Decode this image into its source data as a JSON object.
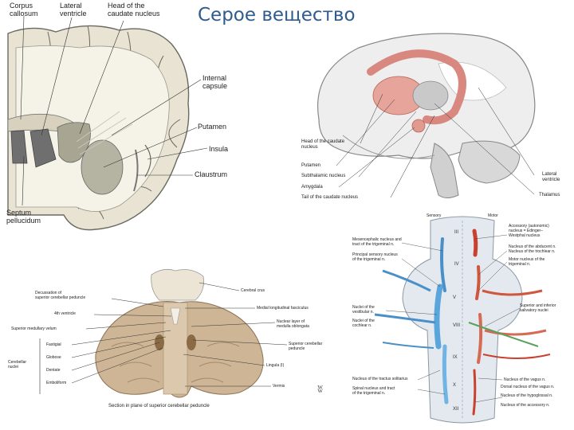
{
  "title": "Серое вещество",
  "coronal": {
    "labels": {
      "corpus_callosum": "Corpus\ncallosum",
      "lateral_ventricle": "Lateral\nventricle",
      "caudate_head": "Head of the\ncaudate nucleus",
      "internal_capsule": "Internal\ncapsule",
      "putamen": "Putamen",
      "insula": "Insula",
      "claustrum": "Claustrum",
      "septum": "Septum\npellucidum"
    }
  },
  "lateral": {
    "labels": {
      "caudate_head": "Head of the caudate\nnucleus",
      "putamen": "Putamen",
      "subthalamic": "Subthalamic nucleus",
      "amygdala": "Amygdala",
      "caudate_tail": "Tail of the caudate nucleus",
      "lateral_ventricle": "Lateral\nventricle",
      "thalamus": "Thalamus"
    }
  },
  "cerebellum": {
    "labels": {
      "decussation": "Decussation of\nsuperior cerebellar peduncle",
      "fourth_ventricle": "4th ventricle",
      "sup_medullary": "Superior medullary velum",
      "cerebellar_nuclei": "Cerebellar\nnuclei",
      "fastigial": "Fastigial",
      "globose": "Globose",
      "dentate": "Dentate",
      "emboliform": "Emboliform",
      "cerebral_crus": "Cerebral crus",
      "medial_longitudinal": "Medial longitudinal fasciculus",
      "nuclear_layer": "Nuclear layer of\nmedulla oblongata",
      "sup_cerebellar_peduncle": "Superior cerebellar\npeduncle",
      "lingula": "Lingula (I)",
      "vermis": "Vermis",
      "caption": "Section in plane of superior cerebellar peduncle"
    }
  },
  "brainstem": {
    "labels": {
      "sensory": "Sensory",
      "motor": "Motor",
      "accessory": "Accessory (autonomic)\nnucleus = Edinger–\nWestphal nucleus",
      "mesencephalic": "Mesencephalic nucleus and\ntract of the trigeminal n.",
      "principal_sensory": "Principal sensory nucleus\nof the trigeminal n.",
      "nucleus_abducent": "Nucleus of the abducent n.\nNucleus of the trochlear n.",
      "motor_trigeminal": "Motor nucleus of the\ntrigeminal n.",
      "vestibular": "Nuclei of the\nvestibular n.",
      "cochlear": "Nuclei of the\ncochlear n.",
      "salivatory": "Superior and inferior\nsalivatory nuclei",
      "solitary": "Nucleus of the tractus solitarius",
      "spinal_trigeminal": "Spinal nucleus and tract\nof the trigeminal n.",
      "dorsal_vagus": "Nucleus of the vagus n.",
      "dorsal_nucleus_vagus": "Dorsal nucleus of the vagus n.",
      "hypoglossal": "Nucleus of the hypoglossal n.",
      "accessory_n": "Nucleus of the accessory n."
    }
  }
}
